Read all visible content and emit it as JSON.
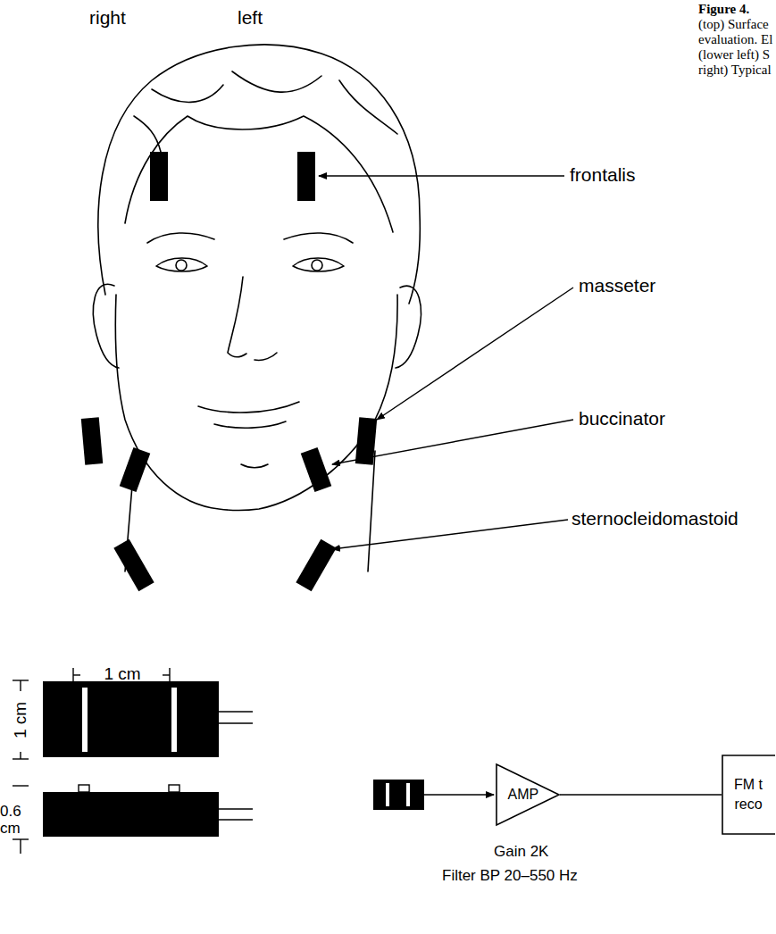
{
  "diagram": {
    "nodes": [
      {
        "text": [
          "AMP"
        ]
      },
      {
        "text": [
          "FM t",
          "reco"
        ]
      }
    ],
    "edges": [
      {
        "from": 0,
        "to": 1,
        "arrow": "none"
      }
    ],
    "labels": [
      "right",
      "left",
      "frontalis",
      "masseter",
      "buccinator",
      "sternocleidomastoid",
      "Figure 4.",
      "(top) Surface",
      "evaluation. El",
      "(lower left) S",
      "right) Typical",
      "1 cm",
      "1 cm",
      "0.6 cm",
      "Gain 2K",
      "Filter BP 20–550 Hz"
    ]
  }
}
